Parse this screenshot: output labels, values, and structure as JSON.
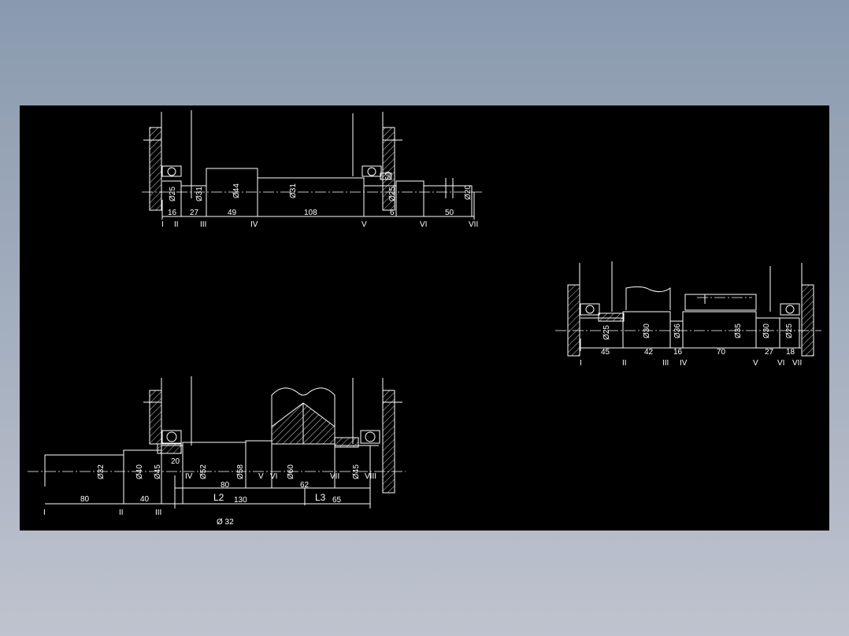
{
  "shaft_top": {
    "diameters": [
      "Ø25",
      "Ø31",
      "Ø44",
      "Ø31",
      "Ø25",
      "Ø20",
      "60"
    ],
    "lengths": [
      "16",
      "27",
      "49",
      "108",
      "6",
      "50"
    ],
    "stations": [
      "I",
      "II",
      "III",
      "IV",
      "V",
      "VI",
      "VII"
    ]
  },
  "shaft_right": {
    "diameters": [
      "Ø25",
      "Ø30",
      "Ø36",
      "Ø35",
      "Ø30",
      "Ø25"
    ],
    "lengths": [
      "45",
      "42",
      "16",
      "70",
      "27",
      "18"
    ],
    "stations": [
      "I",
      "II",
      "III",
      "IV",
      "V",
      "VI",
      "VII"
    ]
  },
  "shaft_bottom": {
    "diameters": [
      "Ø32",
      "Ø40",
      "Ø45",
      "20",
      "Ø52",
      "Ø58",
      "Ø60",
      "Ø45"
    ],
    "lengths": [
      "80",
      "40",
      "80",
      "130",
      "62",
      "65"
    ],
    "labels": [
      "L2",
      "L3"
    ],
    "stations": [
      "I",
      "II",
      "III",
      "IV",
      "V",
      "VI",
      "VII",
      "VIII"
    ],
    "footnote": "Ø 32"
  }
}
